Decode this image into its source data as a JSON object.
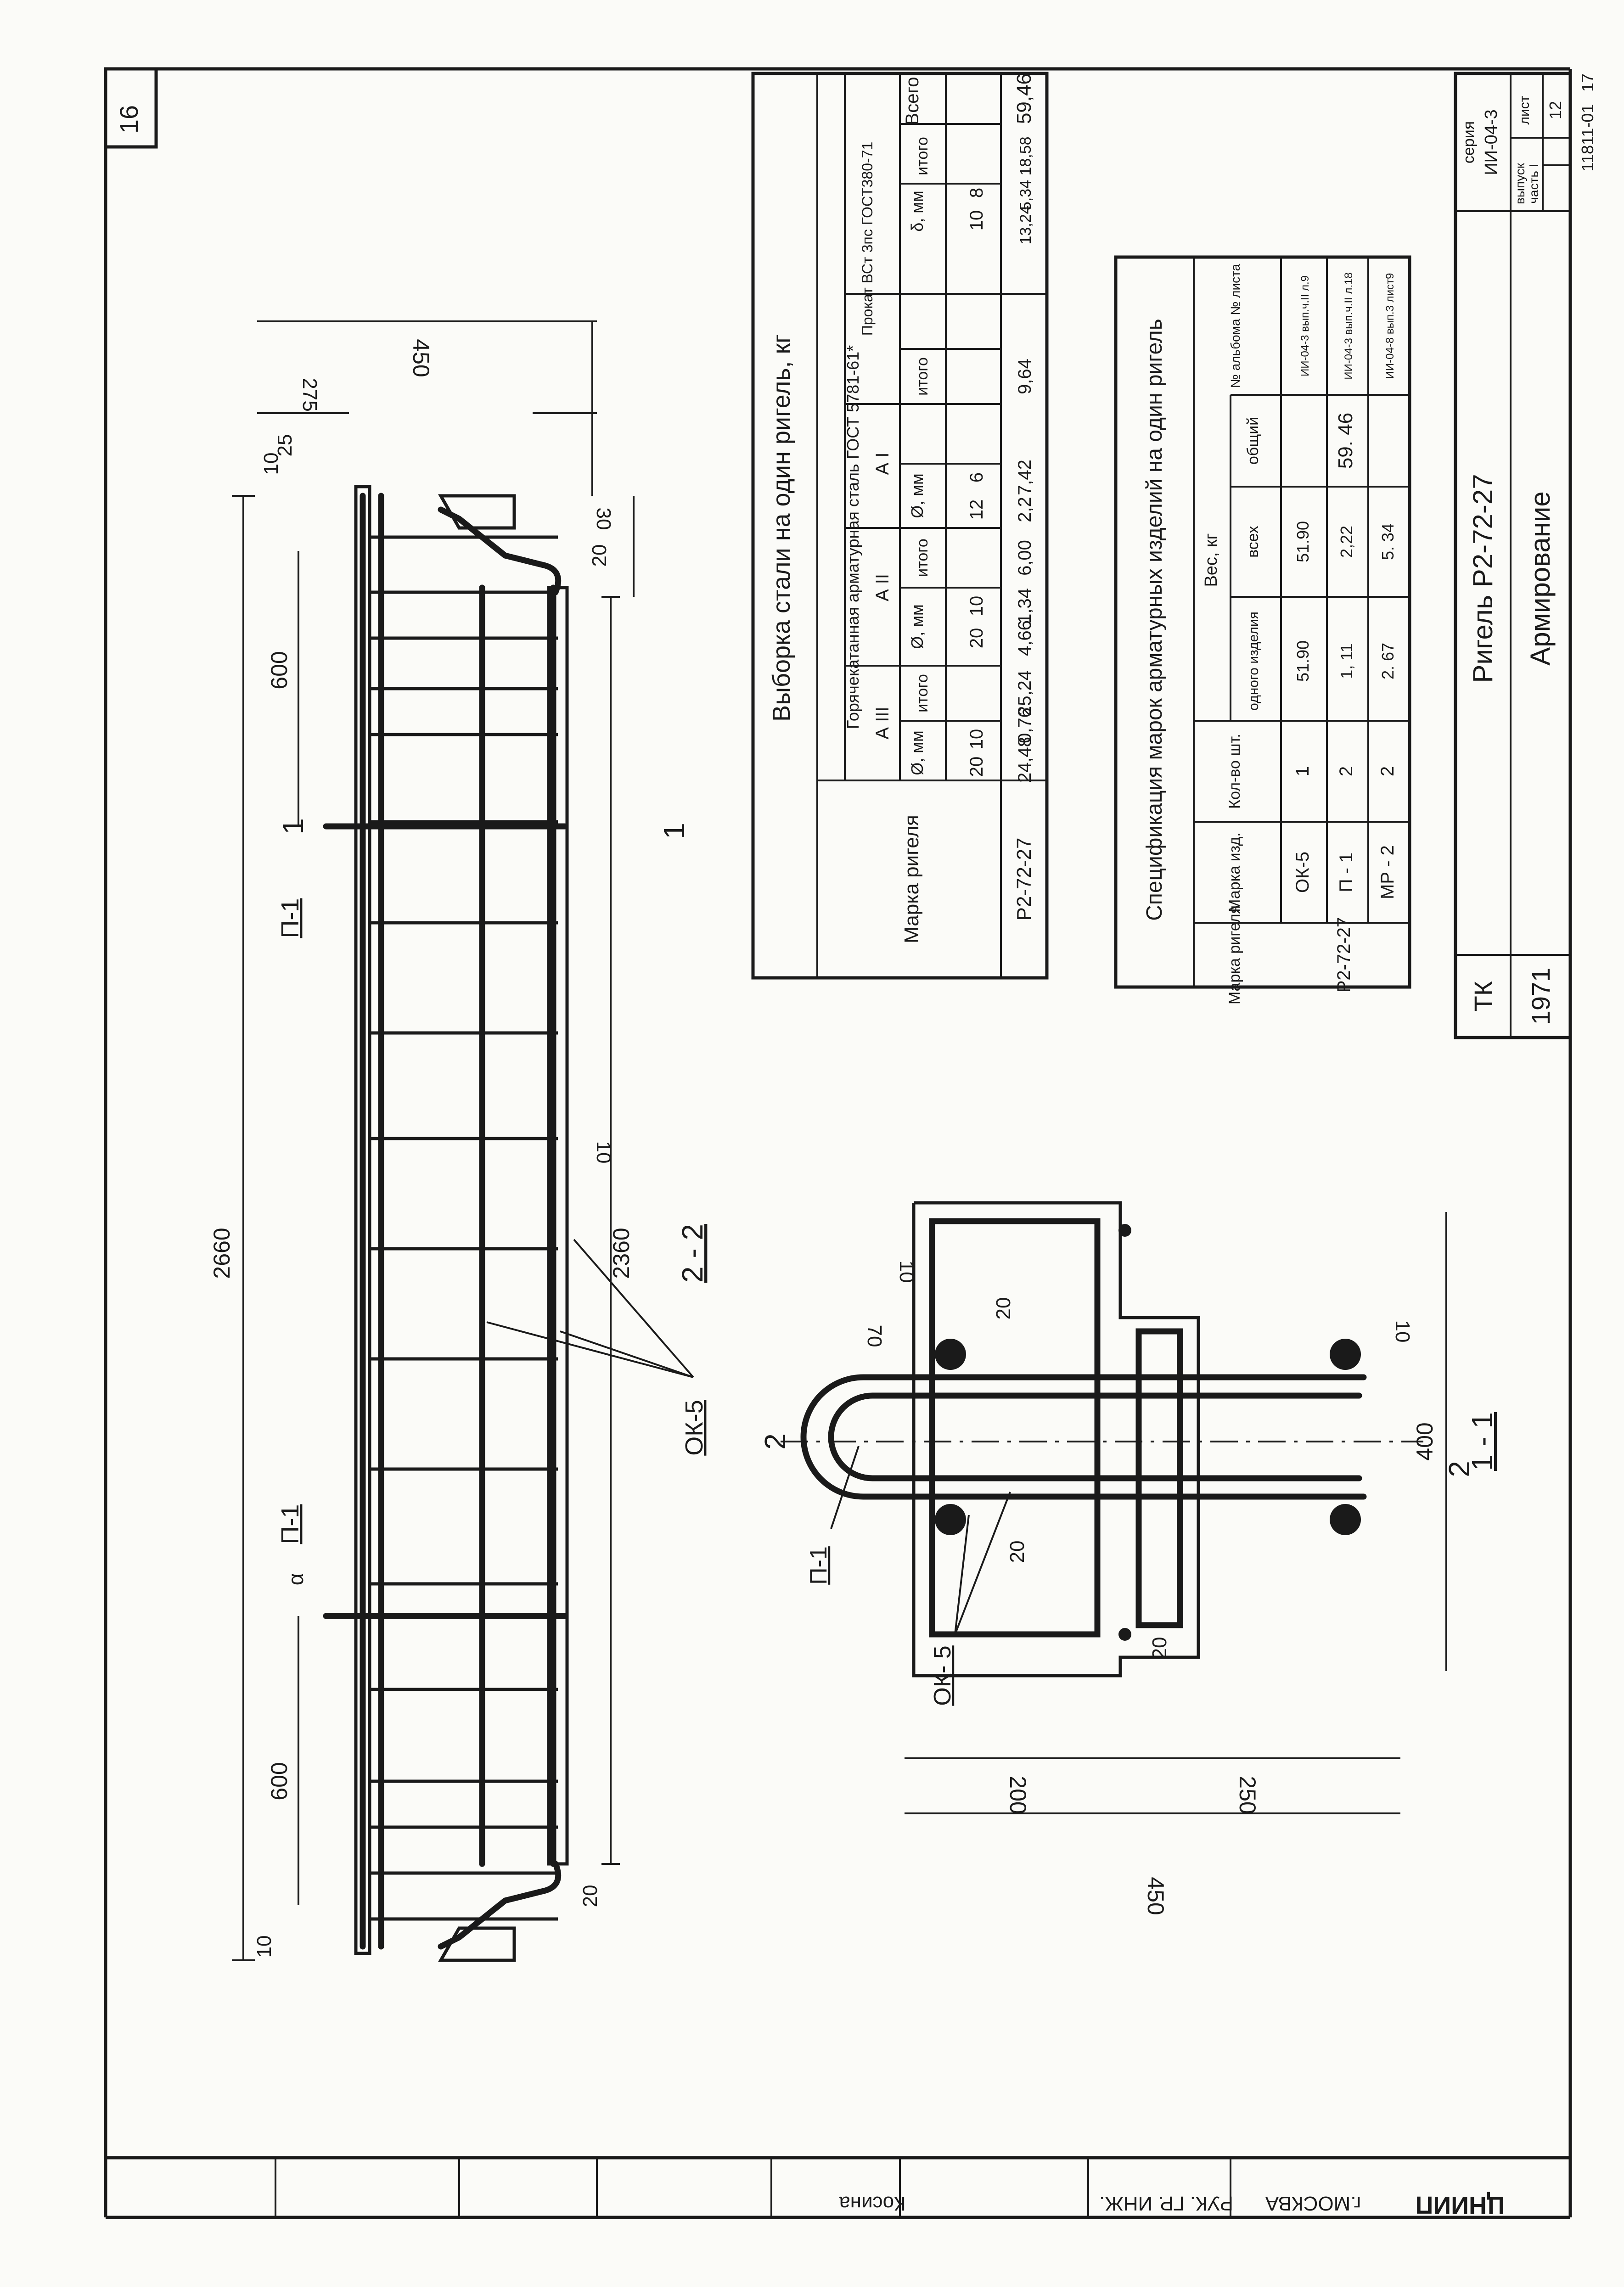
{
  "page_number": "16",
  "dims": {
    "overall_length": "2660",
    "inner_length": "2360",
    "left_end_10": "10",
    "left_20": "20",
    "left_600": "600",
    "right_600": "600",
    "right_10": "10",
    "right_25": "25",
    "right_275": "275",
    "right_450": "450",
    "right_30": "30",
    "right_20": "20",
    "mid_10": "10",
    "mid_alpha": "α",
    "sec_10": "10",
    "sec_20_top": "20",
    "sec_70": "70",
    "sec_20_bot": "20",
    "sec_20_left": "20",
    "sec_400": "400",
    "sec_10_right": "10",
    "sec_200": "200",
    "sec_250": "250",
    "sec_450": "450"
  },
  "labels": {
    "p1_top": "П-1",
    "p1_bottom": "П-1",
    "cut_1_top": "1",
    "cut_1_bottom": "1",
    "section_2_2": "2 - 2",
    "ok5_main": "ОК-5",
    "section_1_1": "1 - 1",
    "cut_2_a": "2",
    "cut_2_b": "2",
    "p1_sec": "П-1",
    "ok5_sec": "ОК- 5"
  },
  "steel_table": {
    "title": "Выборка стали на один ригель, кг",
    "col_mark": "Марка ригеля",
    "col_hot": "Горячекатанная арматурная сталь ГОСТ 5781-61*",
    "col_a3": "А III",
    "col_a2": "А II",
    "col_a1": "А I",
    "col_prokat": "Прокат ВСт 3пс ГОСТ380-71",
    "col_total": "Всего",
    "sub_dmm_1": "Ø, мм",
    "sub_itogo_1": "итого",
    "sub_dmm_2": "Ø, мм",
    "sub_itogo_2": "итого",
    "sub_dmm_3": "Ø, мм",
    "sub_itogo_3": "итого",
    "sub_dmm_4": "δ, мм",
    "sub_itogo_4": "итого",
    "d1a": "20",
    "d1b": "10",
    "d2a": "20",
    "d2b": "10",
    "d3a": "12",
    "d3b": "6",
    "d4a": "10",
    "d4b": "8",
    "row_mark": "Р2-72-27",
    "v1": "24,48",
    "v2": "0,76",
    "v3": "25,24",
    "v4": "4,66",
    "v5": "1,34",
    "v6": "6,00",
    "v7": "2,2",
    "v8": "7,42",
    "v9": "9,64",
    "v10": "13,24",
    "v11": "5,34",
    "v12": "18,58",
    "v13": "59,46"
  },
  "spec_table": {
    "title": "Спецификация марок арматурных изделий на один ригель",
    "col_mark": "Марка ригеля",
    "col_item": "Марка изд.",
    "col_qty": "Кол-во шт.",
    "col_weight": "Вес, кг",
    "col_one": "одного изделия",
    "col_all": "всех",
    "col_total": "общий",
    "col_album": "№ альбома № листа",
    "row_mark": "Р2-72-27",
    "rows": [
      {
        "item": "ОК-5",
        "qty": "1",
        "one": "51.90",
        "all": "51.90",
        "album": "ИИ-04-3 вып.ч.II л.9"
      },
      {
        "item": "П - 1",
        "qty": "2",
        "one": "1, 11",
        "all": "2,22",
        "album": "ИИ-04-3 вып.ч.II л.18"
      },
      {
        "item": "МР - 2",
        "qty": "2",
        "one": "2. 67",
        "all": "5. 34",
        "album": "ИИ-04-8 вып.3 лист9"
      }
    ],
    "total": "59. 46"
  },
  "title_block": {
    "tk": "ТК",
    "year": "1971",
    "name": "Ригель Р2-72-27",
    "subtitle": "Армирование",
    "series_label": "серия",
    "series_value": "ИИ-04-3",
    "vypusk_label": "выпуск",
    "vypusk_value": "часть I",
    "list_label": "лист",
    "list_value": "12",
    "archive": "11811-01",
    "archive_n": "17"
  },
  "stamp": {
    "org": "ЦНИИП",
    "city": "г.МОСКВА",
    "role": "РУК. ГР. ИНЖ.",
    "name": "Косина"
  }
}
